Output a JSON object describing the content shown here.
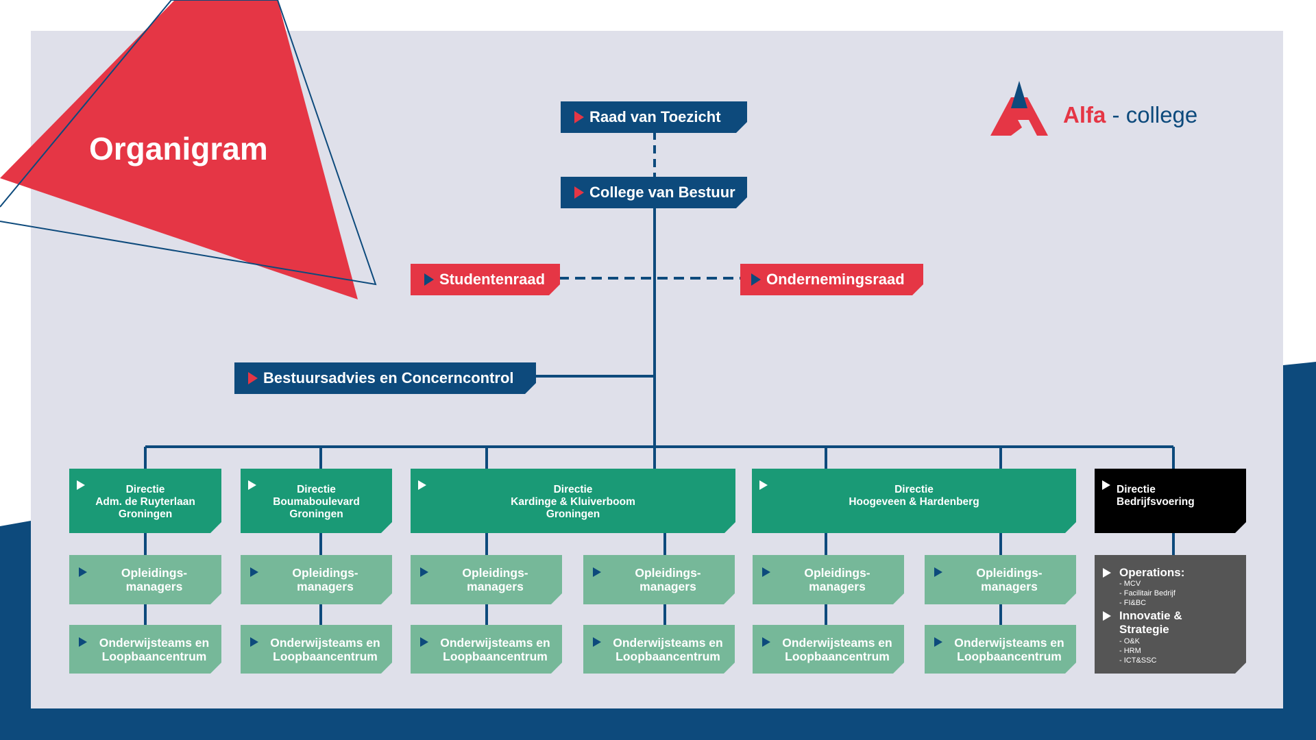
{
  "title": "Organigram",
  "logo": {
    "brand": "Alfa",
    "separator": "-",
    "suffix": "college"
  },
  "colors": {
    "navy": "#0d4a7c",
    "red": "#e53645",
    "green": "#1a9a76",
    "light_green": "#76b899",
    "black": "#000000",
    "grey": "#555555",
    "panel": "#dfe0ea"
  },
  "governance": {
    "raad_van_toezicht": "Raad van Toezicht",
    "college_van_bestuur": "College van Bestuur",
    "studentenraad": "Studentenraad",
    "ondernemingsraad": "Ondernemingsraad",
    "bestuursadvies": "Bestuursadvies en Concerncontrol"
  },
  "directies": [
    {
      "lines": [
        "Directie",
        "Adm. de Ruyterlaan",
        "Groningen"
      ]
    },
    {
      "lines": [
        "Directie",
        "Boumaboulevard",
        "Groningen"
      ]
    },
    {
      "lines": [
        "Directie",
        "Kardinge & Kluiverboom",
        "Groningen"
      ]
    },
    {
      "lines": [
        "Directie",
        "Hoogeveen & Hardenberg"
      ]
    },
    {
      "lines": [
        "Directie",
        "Bedrijfsvoering"
      ]
    }
  ],
  "opleidingsmanagers": [
    "Opleidings-",
    "managers"
  ],
  "onderwijsteams": [
    "Onderwijsteams en",
    "Loopbaancentrum"
  ],
  "bedrijfsvoering": {
    "operations": {
      "label": "Operations:",
      "items": [
        "- MCV",
        "- Facilitair Bedrijf",
        "- FI&BC"
      ]
    },
    "innovatie": {
      "label_lines": [
        "Innovatie &",
        "Strategie"
      ],
      "items": [
        "- O&K",
        "- HRM",
        "- ICT&SSC"
      ]
    }
  }
}
